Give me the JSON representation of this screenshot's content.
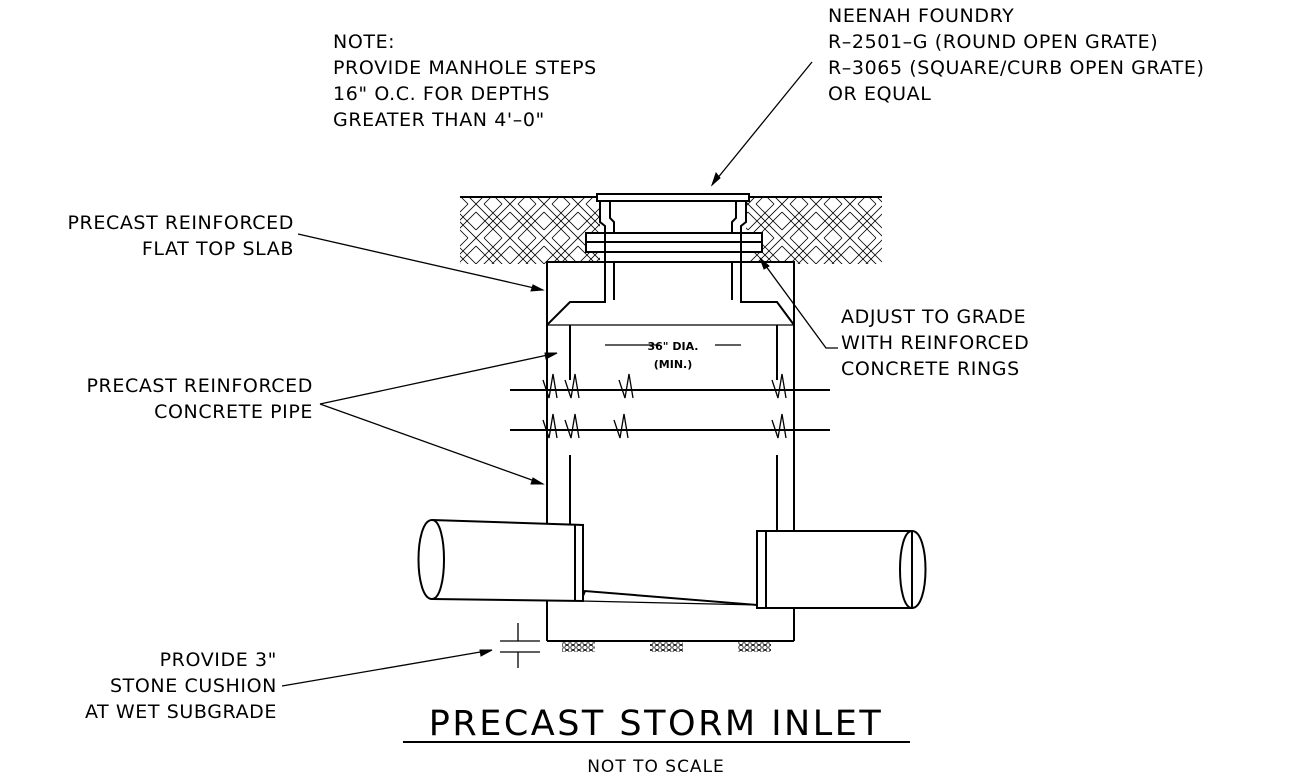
{
  "note": {
    "lines": [
      "NOTE:",
      "PROVIDE MANHOLE STEPS",
      "16\" O.C. FOR DEPTHS",
      "GREATER THAN 4'–0\""
    ]
  },
  "frame_callout": {
    "lines": [
      "NEENAH FOUNDRY",
      "R–2501–G (ROUND OPEN GRATE)",
      "R–3065 (SQUARE/CURB OPEN GRATE)",
      "OR EQUAL"
    ]
  },
  "top_slab_callout": {
    "lines": [
      "PRECAST REINFORCED",
      "FLAT TOP SLAB"
    ]
  },
  "rings_callout": {
    "lines": [
      "ADJUST TO GRADE",
      "WITH REINFORCED",
      "CONCRETE RINGS"
    ]
  },
  "pipe_callout": {
    "lines": [
      "PRECAST REINFORCED",
      "CONCRETE PIPE"
    ]
  },
  "dimension": {
    "lines": [
      "36\" DIA.",
      "(MIN.)"
    ]
  },
  "stone_callout": {
    "lines": [
      "PROVIDE 3\"",
      "STONE CUSHION",
      "AT WET SUBGRADE"
    ]
  },
  "title": "PRECAST STORM INLET",
  "subtitle": "NOT TO SCALE"
}
